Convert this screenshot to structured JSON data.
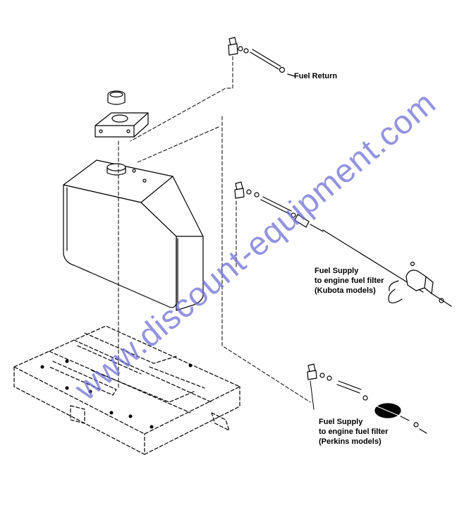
{
  "callouts": {
    "fuel_return": "Fuel Return",
    "kubota": [
      "Fuel Supply",
      "to engine fuel filter",
      "(Kubota models)"
    ],
    "perkins": [
      "Fuel Supply",
      "to engine fuel filter",
      "(Perkins models)"
    ]
  },
  "watermark": "www.discount-equipment.com",
  "colors": {
    "line": "#000000",
    "watermark": "#6f6fd8"
  }
}
